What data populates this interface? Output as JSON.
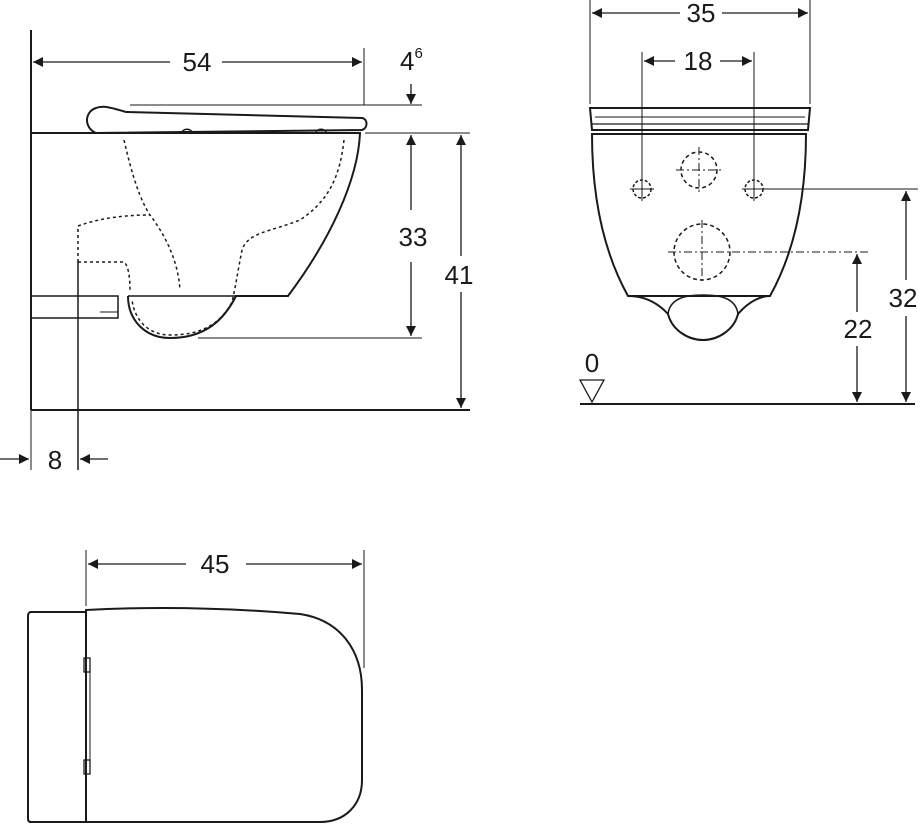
{
  "side_view": {
    "width_label": "54",
    "seat_height_base": "4",
    "seat_height_sup": "6",
    "bowl_height_label": "33",
    "total_height_label": "41",
    "wall_offset_label": "8"
  },
  "rear_view": {
    "width_label": "35",
    "bolt_spacing_label": "18",
    "outlet_height_label": "22",
    "inlet_height_label": "32",
    "floor_label": "0"
  },
  "top_view": {
    "length_label": "45"
  },
  "colors": {
    "line": "#1a1a1a",
    "background": "#ffffff"
  }
}
